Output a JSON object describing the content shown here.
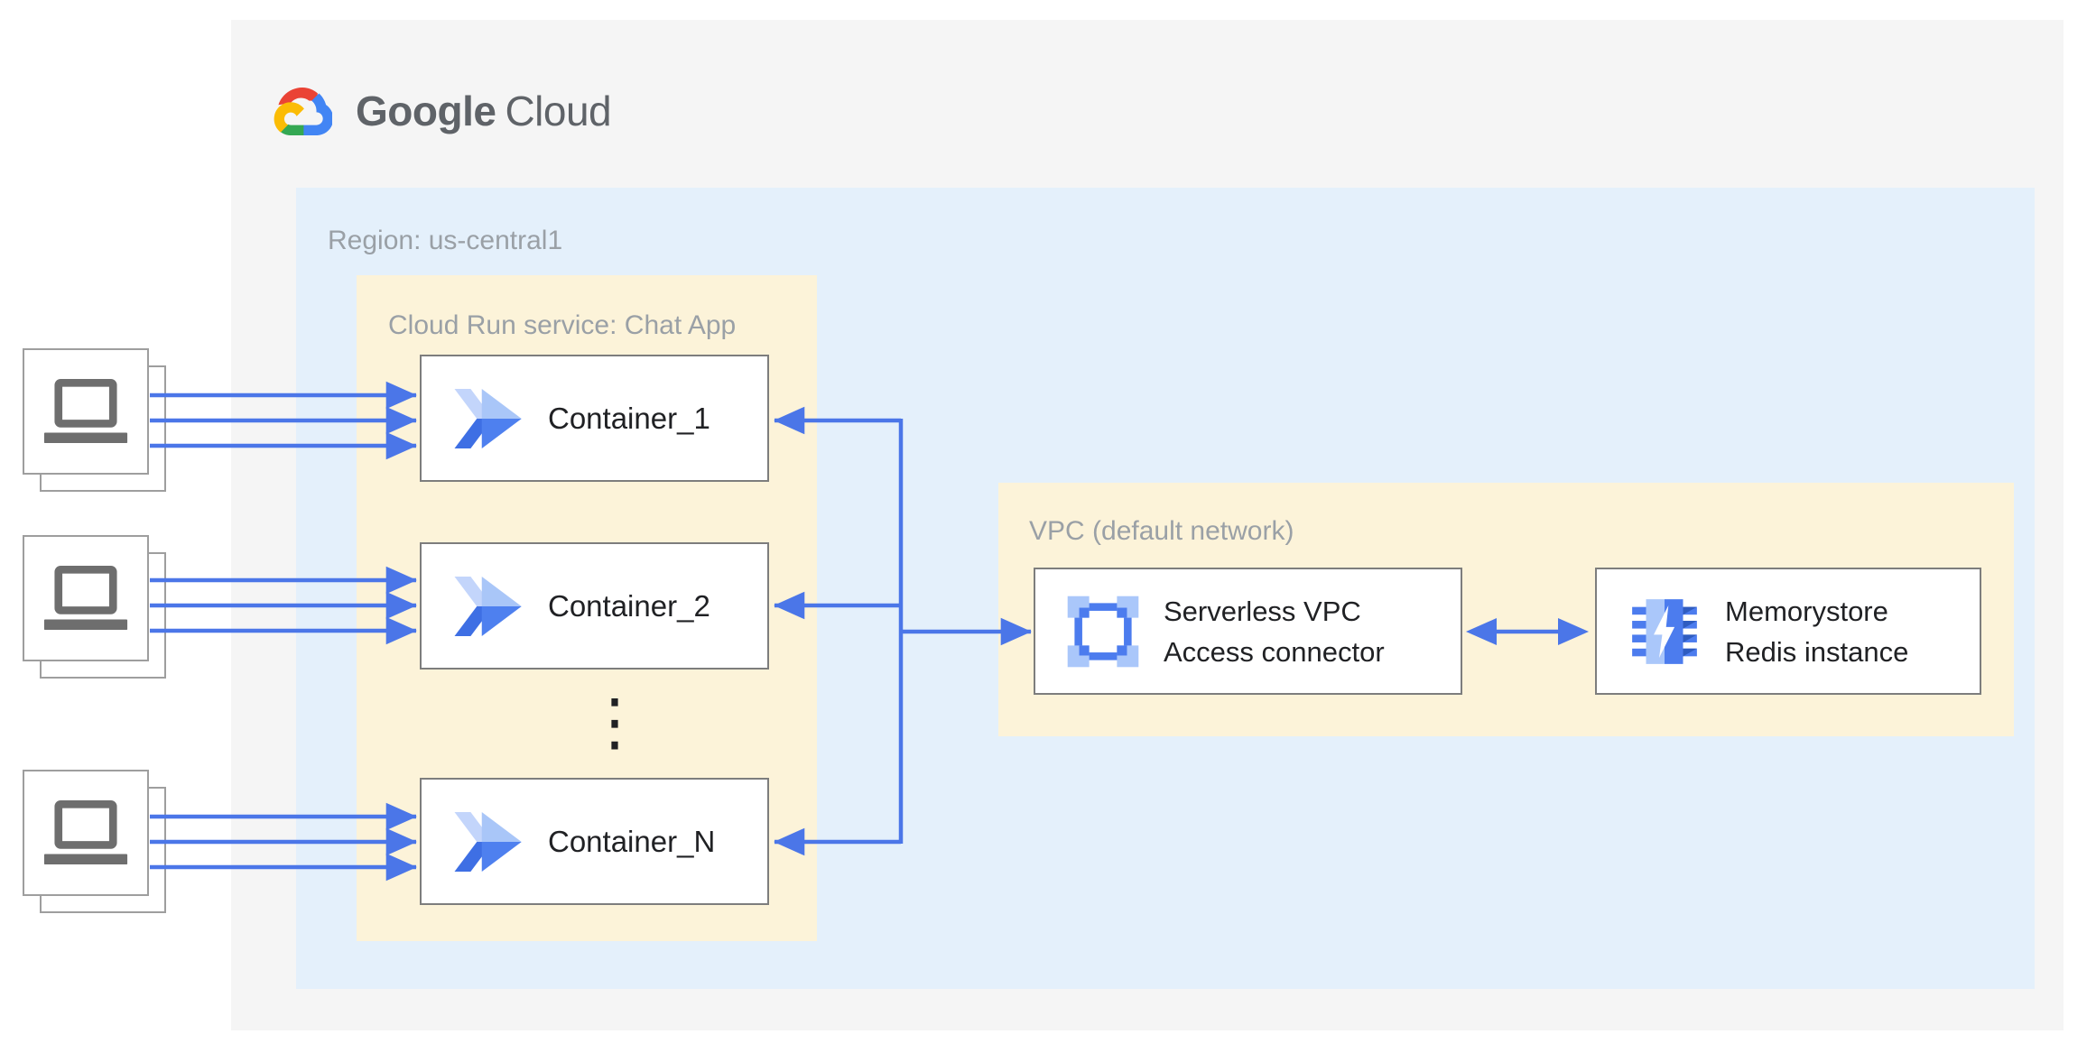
{
  "brand": {
    "name": "Google Cloud",
    "word_primary": "Google",
    "word_secondary": "Cloud"
  },
  "region": {
    "label": "Region: us-central1"
  },
  "cloud_run_service": {
    "label": "Cloud Run service: Chat App",
    "containers": [
      {
        "label": "Container_1"
      },
      {
        "label": "Container_2"
      },
      {
        "label": "Container_N"
      }
    ],
    "more_indicator": "⋮"
  },
  "vpc": {
    "label": "VPC (default network)",
    "connector": {
      "line1": "Serverless VPC",
      "line2": "Access connector",
      "icon": "serverless-vpc-access-connector-icon"
    },
    "memorystore": {
      "line1": "Memorystore",
      "line2": "Redis instance",
      "icon": "memorystore-redis-icon"
    }
  },
  "clients": {
    "count": 3,
    "icon": "laptop-icon"
  },
  "colors": {
    "panel-gray": "#f5f5f5",
    "region-blue": "#e4f0fb",
    "zone-yellow": "#fcf3d9",
    "arrow-blue": "#4b76e8",
    "icon-blue": "#4c7cee",
    "icon-blue-light": "#aac7fa",
    "box-border": "#7d7d7d",
    "client-border": "#9e9e9e",
    "client-gray": "#6e6e6e",
    "label-gray": "#9aa0a6",
    "text-dark": "#202124",
    "logo-gray": "#5f6368",
    "logo-red": "#ea4335",
    "logo-blue": "#4285f4",
    "logo-yellow": "#fbbc05",
    "logo-green": "#34a853"
  }
}
